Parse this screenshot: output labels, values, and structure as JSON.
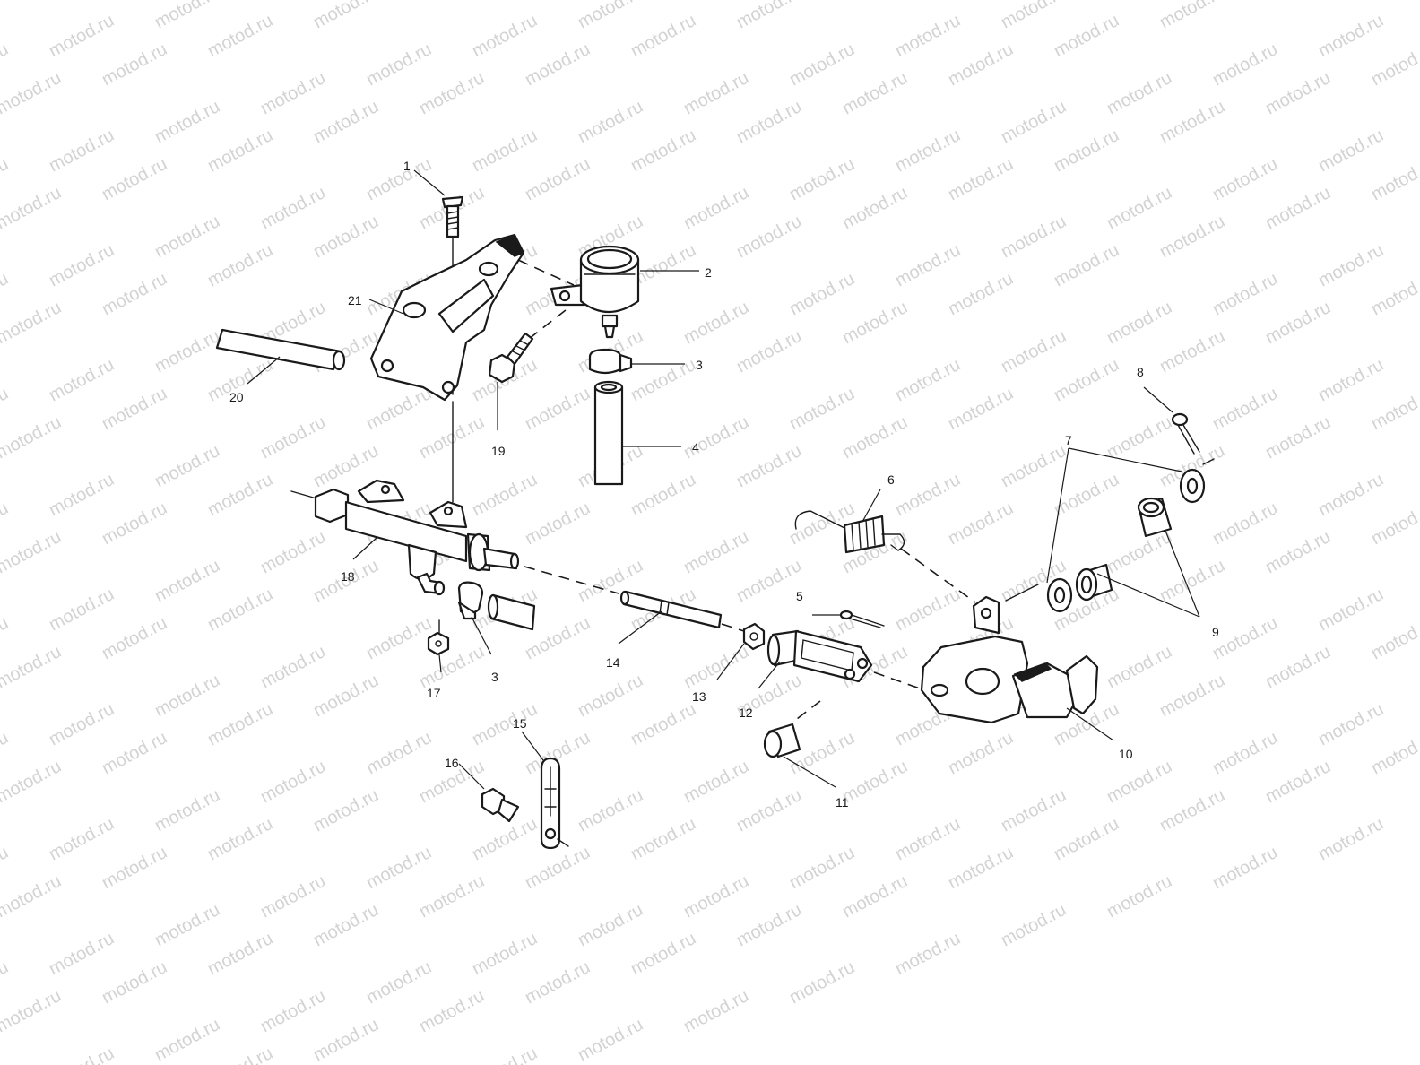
{
  "watermark": {
    "text": "motod.ru",
    "color": "#d3d3d3"
  },
  "diagram": {
    "callouts": [
      {
        "id": "1",
        "label": "1"
      },
      {
        "id": "2",
        "label": "2"
      },
      {
        "id": "3a",
        "label": "3"
      },
      {
        "id": "3b",
        "label": "3"
      },
      {
        "id": "4",
        "label": "4"
      },
      {
        "id": "5",
        "label": "5"
      },
      {
        "id": "6",
        "label": "6"
      },
      {
        "id": "7",
        "label": "7"
      },
      {
        "id": "8",
        "label": "8"
      },
      {
        "id": "9",
        "label": "9"
      },
      {
        "id": "10",
        "label": "10"
      },
      {
        "id": "11",
        "label": "11"
      },
      {
        "id": "12",
        "label": "12"
      },
      {
        "id": "13",
        "label": "13"
      },
      {
        "id": "14",
        "label": "14"
      },
      {
        "id": "15",
        "label": "15"
      },
      {
        "id": "16",
        "label": "16"
      },
      {
        "id": "17",
        "label": "17"
      },
      {
        "id": "18",
        "label": "18"
      },
      {
        "id": "19",
        "label": "19"
      },
      {
        "id": "20",
        "label": "20"
      },
      {
        "id": "21",
        "label": "21"
      }
    ]
  }
}
